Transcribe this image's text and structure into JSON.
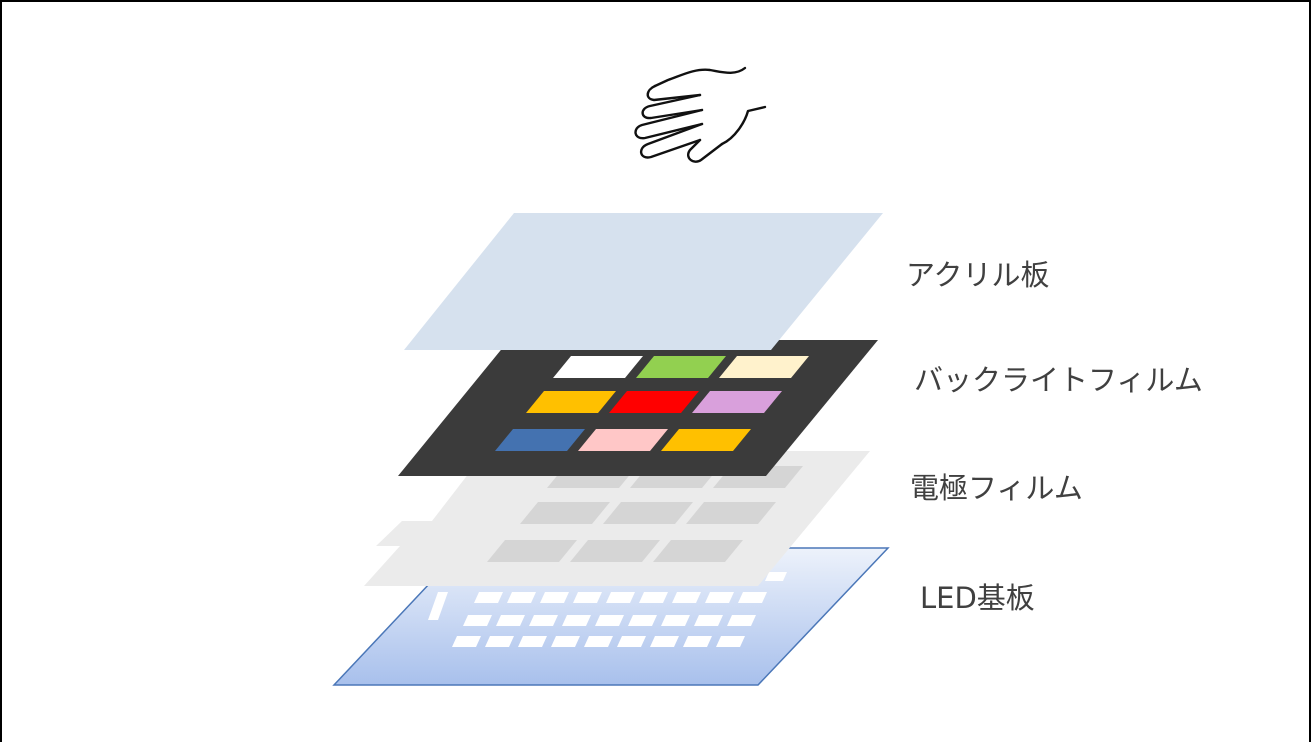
{
  "diagram": {
    "layers": [
      {
        "id": "acrylic",
        "label": "アクリル板",
        "color": "#d6e1ee"
      },
      {
        "id": "backlight",
        "label": "バックライトフィルム",
        "color": "#3b3b3b"
      },
      {
        "id": "electrode",
        "label": "電極フィルム",
        "color": "#ebebeb"
      },
      {
        "id": "led",
        "label": "LED基板",
        "color_top": "#edf2fb",
        "color_bottom": "#a8c0ec",
        "stroke": "#4b77b8"
      }
    ],
    "backlight_keys": [
      "#ffffff",
      "#92d050",
      "#fff2cc",
      "#ffc000",
      "#ff0000",
      "#d9a0dc",
      "#4472b0",
      "#ffc7c7",
      "#ffc000"
    ],
    "electrode_pad_color": "#d5d5d5",
    "led_dot_color": "#ffffff",
    "hand_icon": "hand-touch-icon"
  }
}
